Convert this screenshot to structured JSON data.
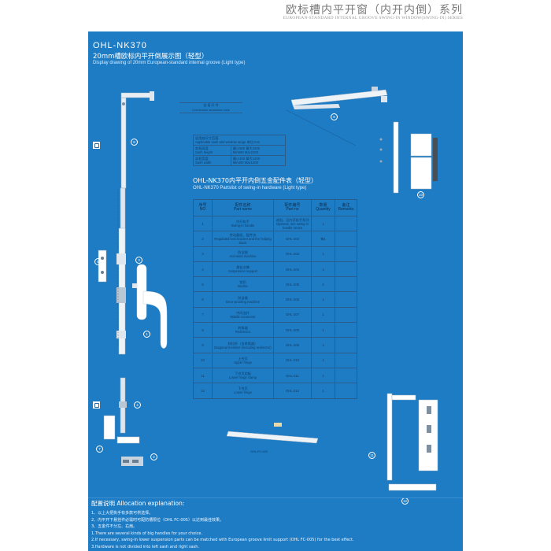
{
  "header": {
    "title_cn": "欧标槽内平开窗（内开内倒）系列",
    "title_en": "EUROPEAN-STANDARD INTERNAL GROOVE SWING-IN WINDOW(SWING-IN) SERIES"
  },
  "drawing": {
    "model": "OHL-NK370",
    "title_cn": "20mm槽欧标内平开倒展示图（轻型）",
    "title_en": "Display drawing of 20mm European-standard internal groove (Light type)"
  },
  "connection_box": {
    "cn": "连 接 杆 件",
    "en": "Connection aluminium side"
  },
  "size_table": {
    "rows": [
      [
        "适用扇尺寸范围",
        "Applicable sash and window range 单位:mm"
      ],
      [
        "扇框高度",
        "最小500  最大2400",
        "Sash height",
        "Min500  Max2400"
      ],
      [
        "扇框宽度",
        "最小400  最大1200",
        "Sash width",
        "Min400  Max1200"
      ]
    ]
  },
  "parts_list": {
    "title_cn": "OHL-NK370内平开内倒五金配件表（轻型）",
    "title_en": "OHL-NK370 Partslist of swing-in hardware (Light type)",
    "headers": {
      "no_cn": "序号",
      "no_en": "NO",
      "name_cn": "配件名称",
      "name_en": "Part name",
      "partno_cn": "配件编号",
      "partno_en": "Part no",
      "qty_cn": "数量",
      "qty_en": "Quantity",
      "remarks_cn": "备注",
      "remarks_en": "Remarks"
    },
    "rows": [
      {
        "no": "1",
        "name_cn": "内开执手",
        "name_en": "Swing-in handle",
        "part_no": "选用，见内开执手系列",
        "part_no_en": "Optional, see swing-in handle series",
        "qty": "1",
        "remarks": ""
      },
      {
        "no": "2",
        "name_cn": "传动器组、配件块",
        "name_en": "Regulated lock bracket and the helping block",
        "part_no": "OHL-202",
        "part_no_en": "",
        "qty": "每1",
        "remarks": ""
      },
      {
        "no": "3",
        "name_cn": "防误操",
        "name_en": "Anti-wind machine",
        "part_no": "OHL-203",
        "part_no_en": "",
        "qty": "1",
        "remarks": ""
      },
      {
        "no": "4",
        "name_cn": "悬挂支撑",
        "name_en": "Suspension support",
        "part_no": "OHL-204",
        "part_no_en": "",
        "qty": "1",
        "remarks": ""
      },
      {
        "no": "5",
        "name_cn": "锁扣",
        "name_en": "Buckle",
        "part_no": "OHL-205",
        "part_no_en": "",
        "qty": "2",
        "remarks": ""
      },
      {
        "no": "6",
        "name_cn": "防误操",
        "name_en": "Error-proofing machine",
        "part_no": "OHL-206",
        "part_no_en": "",
        "qty": "1",
        "remarks": ""
      },
      {
        "no": "7",
        "name_cn": "中间连杆",
        "name_en": "Middle connector",
        "part_no": "OHL-207",
        "part_no_en": "",
        "qty": "1",
        "remarks": ""
      },
      {
        "no": "8",
        "name_cn": "转角器",
        "name_en": "Redirector",
        "part_no": "OHL-208",
        "part_no_en": "",
        "qty": "1",
        "remarks": ""
      },
      {
        "no": "9",
        "name_cn": "斜拉杆（含转角器）",
        "name_en": "Diagonal member (including redirector)",
        "part_no": "OHL-209",
        "part_no_en": "",
        "qty": "1",
        "remarks": ""
      },
      {
        "no": "10",
        "name_cn": "上合页",
        "name_en": "Upper hinge",
        "part_no": "OHL-210",
        "part_no_en": "",
        "qty": "1",
        "remarks": ""
      },
      {
        "no": "11",
        "name_cn": "下合页组板",
        "name_en": "Lower hinge clamp",
        "part_no": "OHL-211",
        "part_no_en": "",
        "qty": "1",
        "remarks": ""
      },
      {
        "no": "12",
        "name_cn": "下合页",
        "name_en": "Lower hinge",
        "part_no": "OHL-212",
        "part_no_en": "",
        "qty": "1",
        "remarks": ""
      }
    ]
  },
  "figure_labels": {
    "connection_left": "Connection aluminium side",
    "fc005": "OHL-FC-005"
  },
  "callouts": [
    "1",
    "2",
    "3",
    "4",
    "5",
    "6",
    "7",
    "8",
    "9",
    "10",
    "11",
    "12"
  ],
  "allocation": {
    "title": "配置说明 Allocation explanation:",
    "lines": [
      "1、以上大把执手有多款可供选择。",
      "2、内平开下悬挂件必需时可配防槽限位（OHL FC-005）以达到最佳效果。",
      "3、五金件不分左、右扇。",
      "1.There are several kinds of big handles for your choice.",
      "2.If necessary, swing-in lower suspension parts can be matched with European groove limit support (OHL FC-005) for the best effect.",
      "3.Hardware is not divided into left sash and right sash."
    ]
  },
  "colors": {
    "panel": "#1e7cc4",
    "line": "#2b5c8c",
    "hardware": "#ffffff"
  }
}
